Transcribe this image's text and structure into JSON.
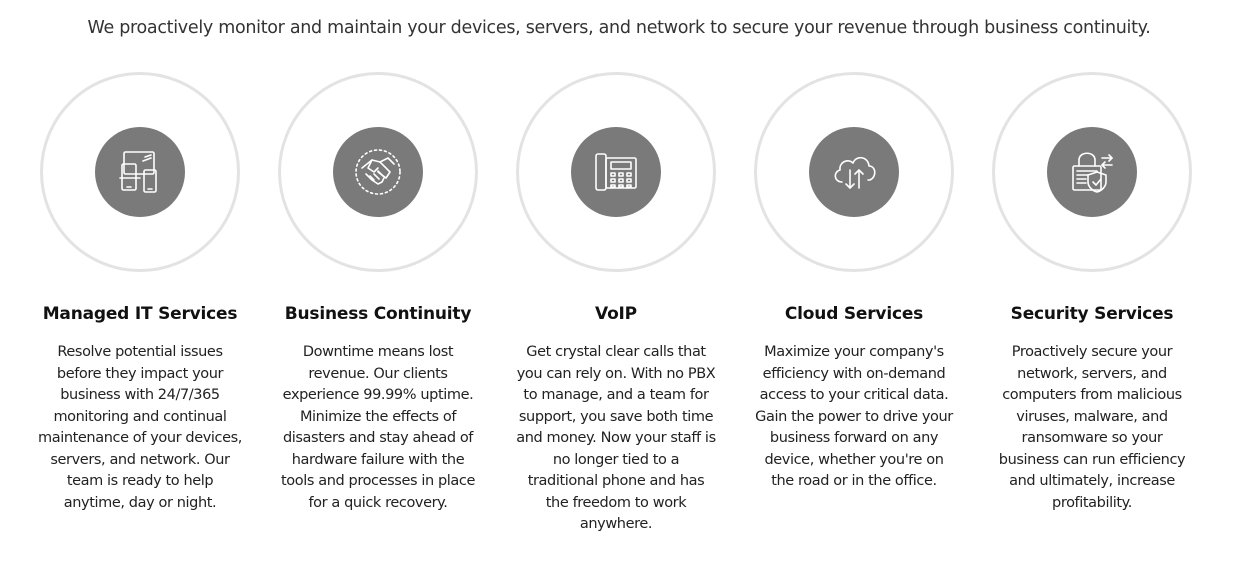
{
  "intro": "We proactively monitor and maintain your devices, servers, and network to secure your revenue through business continuity.",
  "theme": {
    "ring_color": "#e3e3e3",
    "disc_color": "#7a7a7a",
    "icon_color": "#ffffff"
  },
  "services": [
    {
      "icon": "devices-icon",
      "title": "Managed IT Services",
      "description": "Resolve potential issues before they impact your business with 24/7/365 monitoring and continual maintenance of your devices, servers, and network. Our team is ready to help anytime, day or night."
    },
    {
      "icon": "handshake-icon",
      "title": "Business Continuity",
      "description": "Downtime means lost revenue. Our clients experience 99.99% uptime. Minimize the effects of disasters and stay ahead of hardware failure with the tools and processes in place for a quick recovery."
    },
    {
      "icon": "desk-phone-icon",
      "title": "VoIP",
      "description": "Get crystal clear calls that you can rely on. With no PBX to manage, and a team for support, you save both time and money. Now your staff is no longer tied to a traditional phone and has the freedom to work anywhere."
    },
    {
      "icon": "cloud-transfer-icon",
      "title": "Cloud Services",
      "description": "Maximize your company's efficiency with on-demand access to your critical data. Gain the power to drive your business forward on any device, whether you're on the road or in the office."
    },
    {
      "icon": "security-lock-shield-icon",
      "title": "Security Services",
      "description": "Proactively secure your network, servers, and computers from malicious viruses, malware, and ransomware so your business can run efficiency and ultimately, increase profitability."
    }
  ]
}
